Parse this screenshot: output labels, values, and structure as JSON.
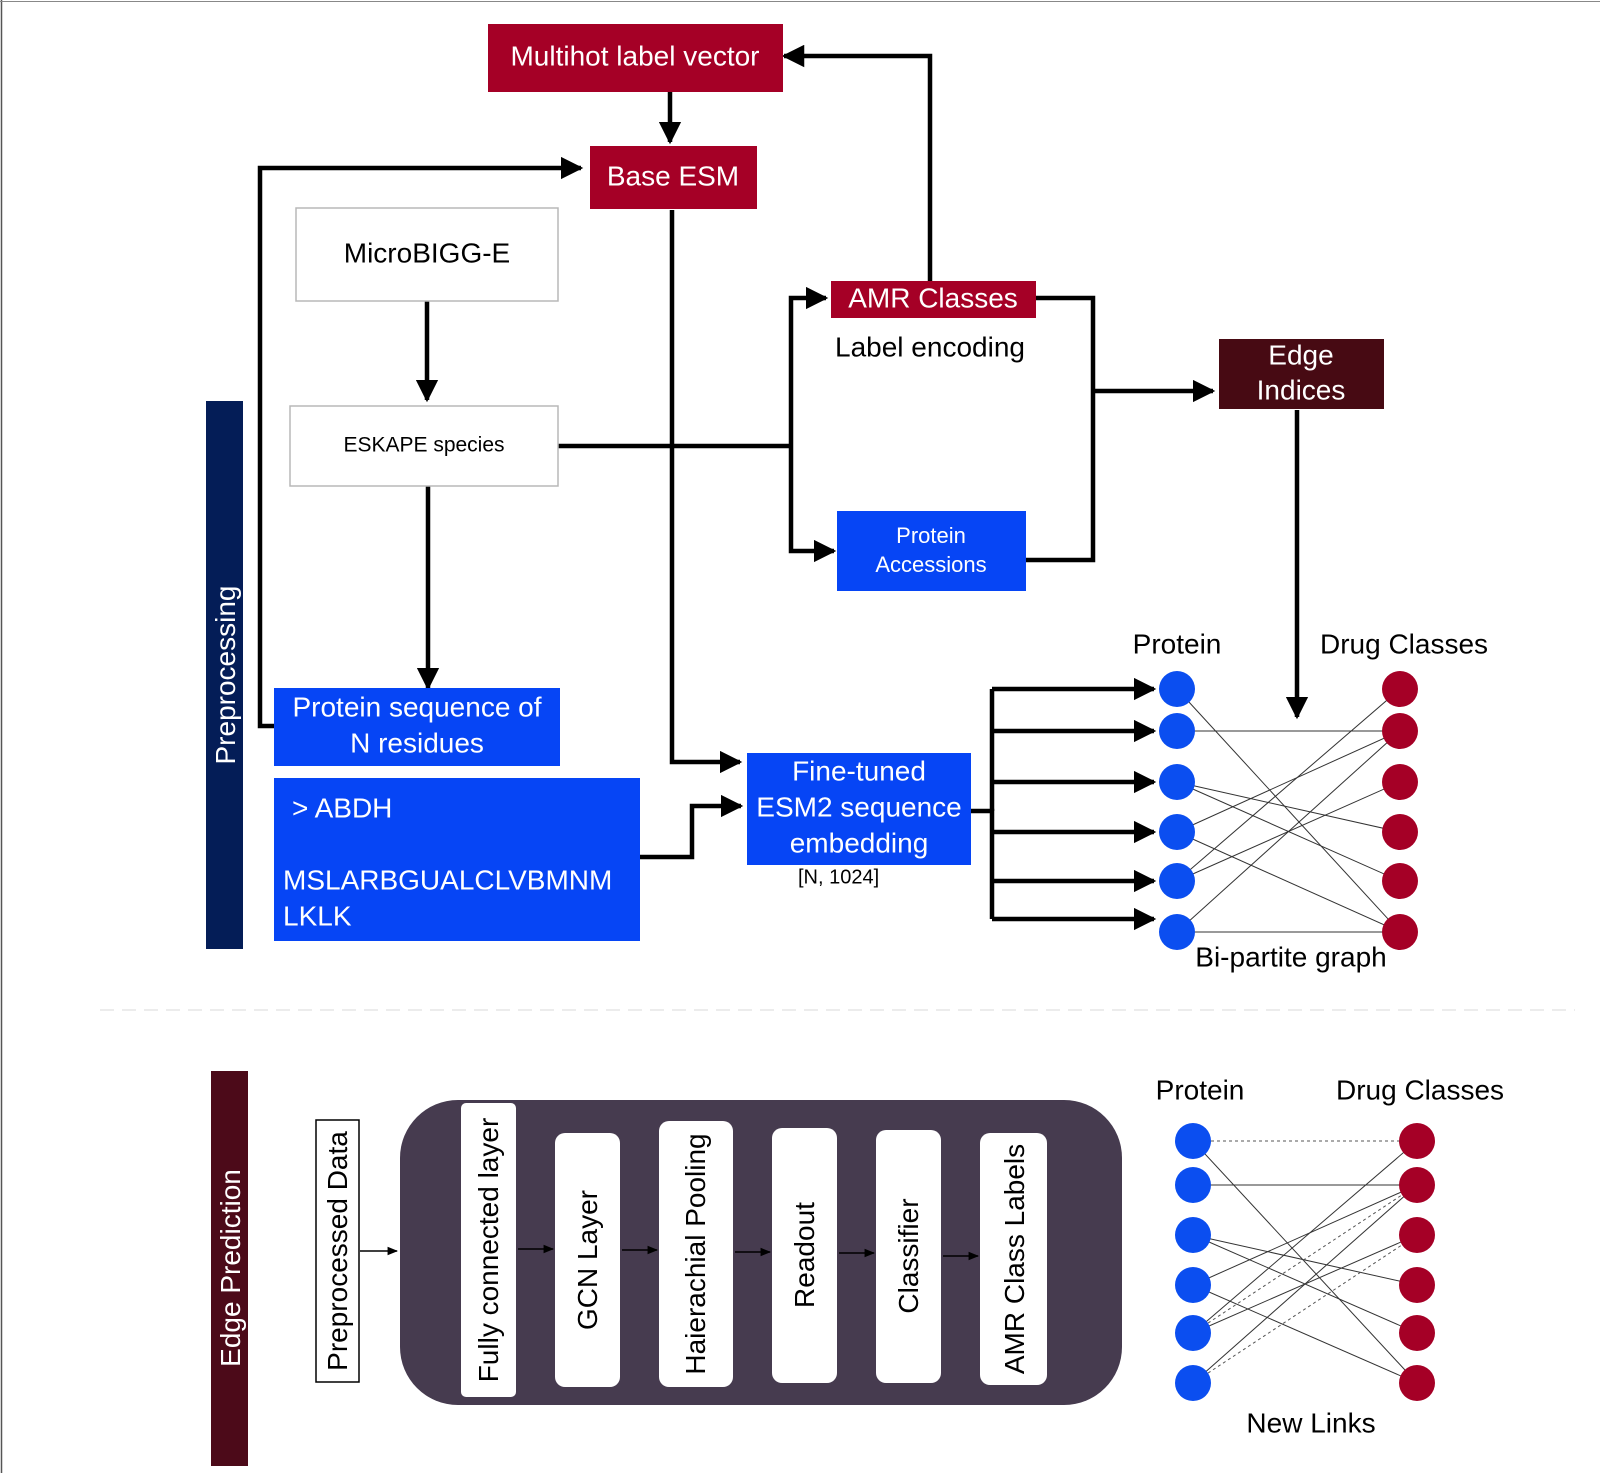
{
  "colors": {
    "crimson": "#A50026",
    "dark_maroon": "#470A13",
    "navy": "#041D57",
    "maroon_bar": "#4C0A19",
    "blue": "#0645F5",
    "node_blue": "#0B4EF0",
    "node_red": "#A50026",
    "pill_bg": "#463B4F"
  },
  "preprocessing": {
    "section_label": "Preprocessing",
    "multihot": "Multihot label vector",
    "base_esm": "Base ESM",
    "microbigg": "MicroBIGG-E",
    "eskape": "ESKAPE species",
    "amr_classes": "AMR Classes",
    "label_encoding": "Label encoding",
    "edge_indices_line1": "Edge",
    "edge_indices_line2": "Indices",
    "protein_accessions_line1": "Protein",
    "protein_accessions_line2": "Accessions",
    "protein_seq_line1": "Protein sequence of",
    "protein_seq_line2": "N residues",
    "seq_header": "> ABDH",
    "seq_body_line1": "MSLARBGUALCLVBMNM",
    "seq_body_line2": "LKLK",
    "fine_tuned_line1": "Fine-tuned",
    "fine_tuned_line2": "ESM2 sequence",
    "fine_tuned_line3": "embedding",
    "dims": "[N, 1024]",
    "graph_protein": "Protein",
    "graph_drug": "Drug Classes",
    "graph_caption": "Bi-partite graph"
  },
  "edge_prediction": {
    "section_label": "Edge Prediction",
    "preprocessed": "Preprocessed Data",
    "layers": [
      "Fully connected layer",
      "GCN  Layer",
      "Haierachial Pooling",
      "Readout",
      "Classifier",
      "AMR Class Labels"
    ],
    "graph_protein": "Protein",
    "graph_drug": "Drug Classes",
    "graph_caption": "New Links"
  }
}
